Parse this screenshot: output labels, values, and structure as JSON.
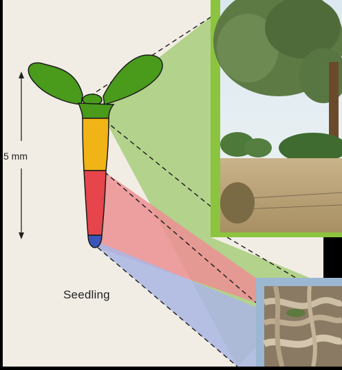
{
  "diagram": {
    "scale_label": "5 mm",
    "seedling_label": "Seedling"
  },
  "colors": {
    "background": "#000000",
    "page": "#f1ede4",
    "cotyledon_green": "#4a9a1c",
    "hypocotyl_yellow": "#f0b416",
    "root_red": "#e5454b",
    "root_tip_blue": "#3b55b8",
    "frame_green": "#8cc43f",
    "frame_blue": "#9bb7d2",
    "wedge_green": "#a8cc7c",
    "wedge_red": "#ec8f93",
    "wedge_blue": "#aab6e4"
  },
  "photos": [
    {
      "name": "tree-canopy-photo",
      "subject": "tree"
    },
    {
      "name": "root-system-photo",
      "subject": "roots"
    }
  ]
}
